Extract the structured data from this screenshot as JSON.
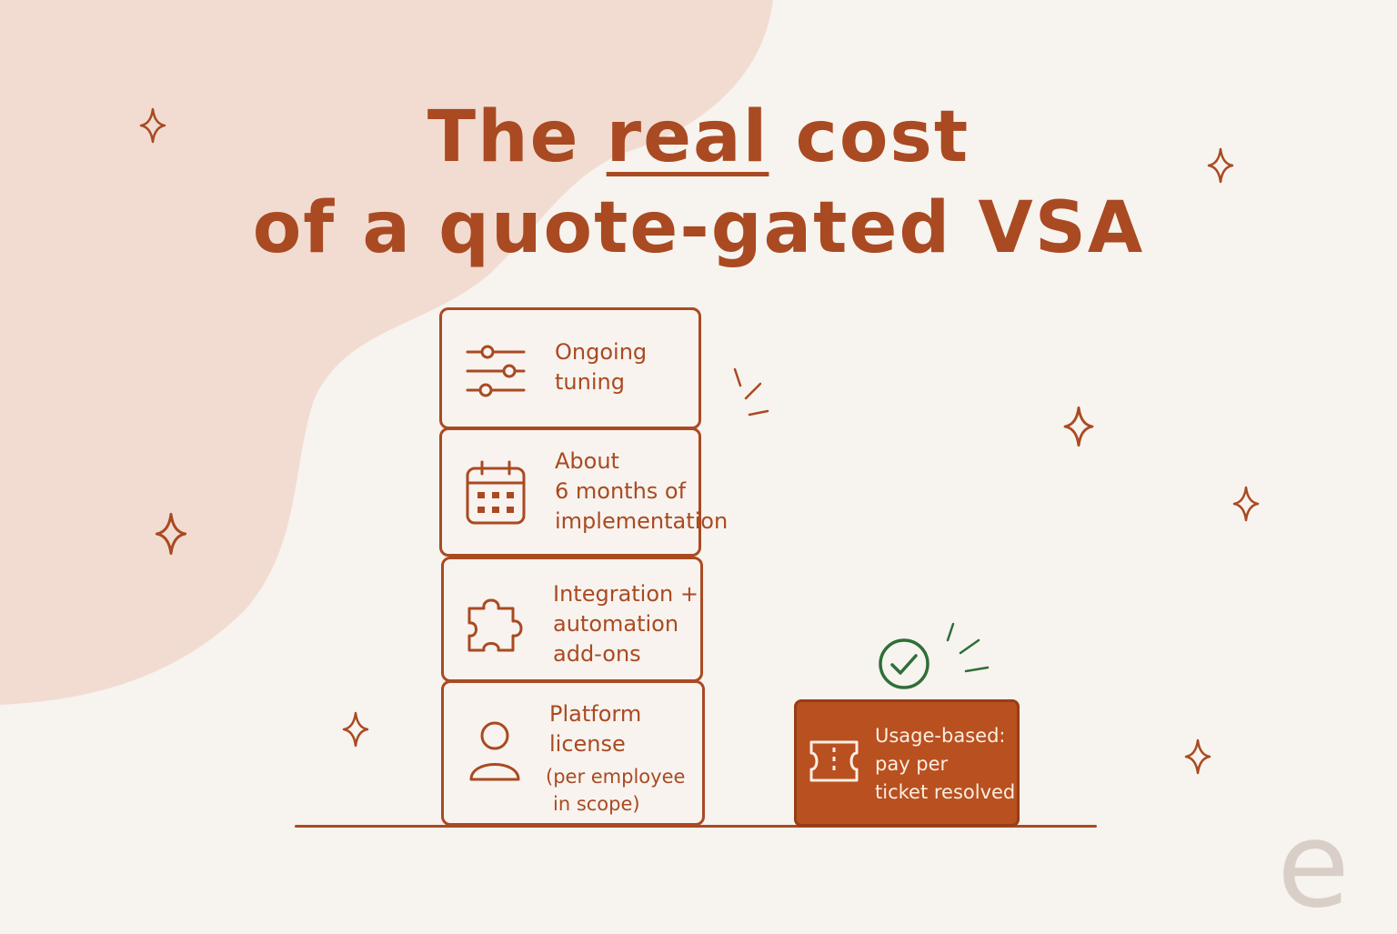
{
  "title": {
    "line1_before": "The",
    "line1_emphasis": "real",
    "line1_after": "cost",
    "line2": "of a quote-gated VSA"
  },
  "colors": {
    "background": "#f7f3ee",
    "blob": "#f2dcd1",
    "accent": "#a94a22",
    "usage_fill": "#b8501f",
    "check": "#2f6e3a",
    "logo": "#d9cfc8"
  },
  "stack": [
    {
      "icon": "sliders-icon",
      "lines": [
        "Ongoing",
        "tuning"
      ],
      "sub": []
    },
    {
      "icon": "calendar-icon",
      "lines": [
        "About",
        "6 months of",
        "implementation"
      ],
      "sub": []
    },
    {
      "icon": "puzzle-icon",
      "lines": [
        "Integration +",
        "automation",
        "add-ons"
      ],
      "sub": []
    },
    {
      "icon": "user-icon",
      "lines": [
        "Platform",
        "license"
      ],
      "sub": [
        "(per employee",
        "in scope)"
      ]
    }
  ],
  "usage": {
    "icon": "ticket-icon",
    "lines": [
      "Usage-based:",
      "pay per",
      "ticket resolved"
    ],
    "badge_icon": "check-circle-icon"
  },
  "logo": {
    "text": "e"
  }
}
